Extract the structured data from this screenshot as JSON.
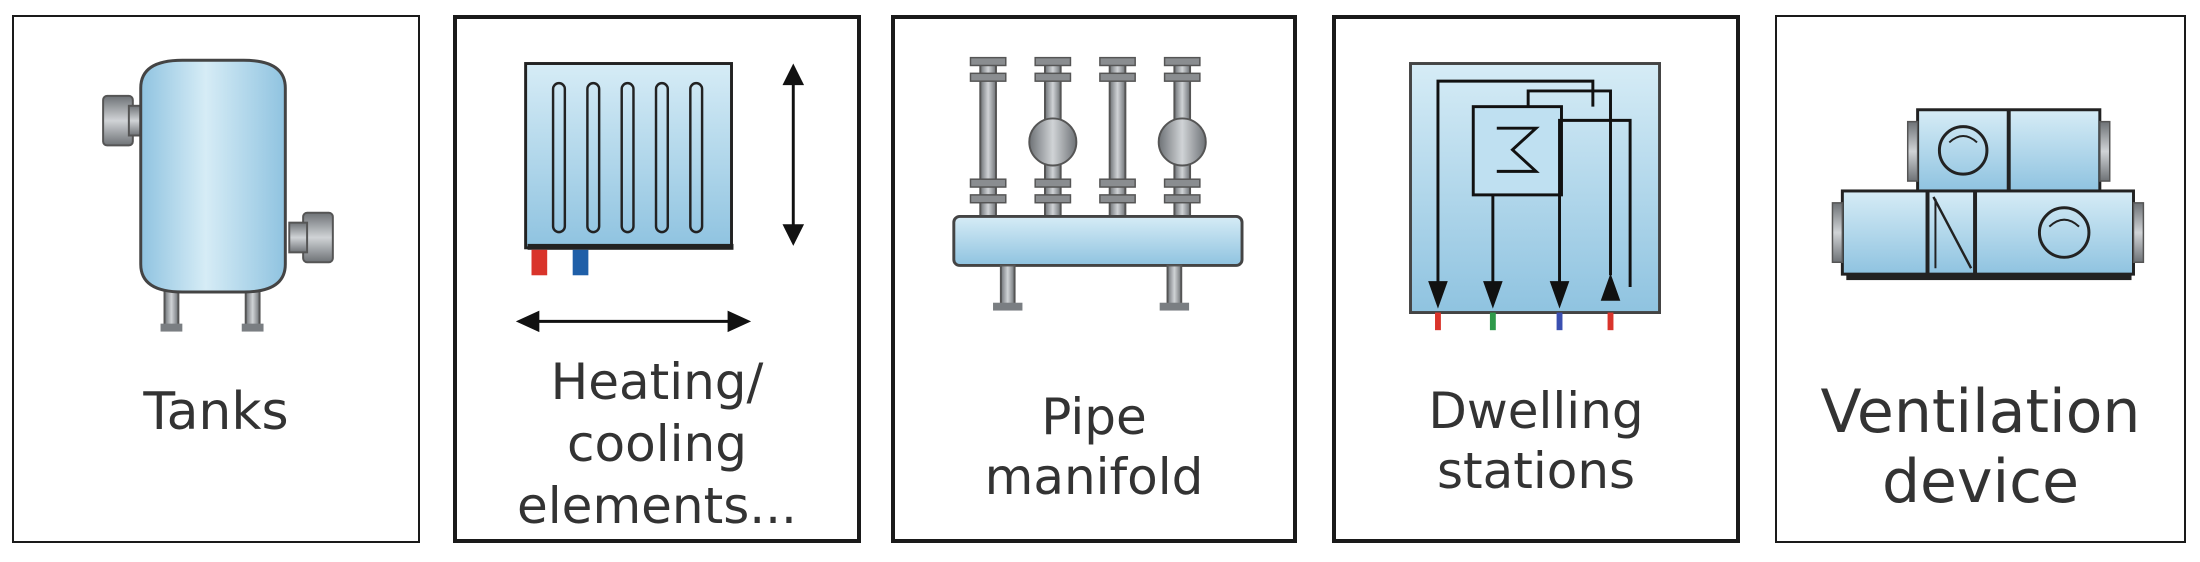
{
  "gallery": {
    "items": [
      {
        "id": "tanks",
        "label": "Tanks",
        "icon": "tank-icon"
      },
      {
        "id": "heating-cooling",
        "label": "Heating/\ncooling\nelements...",
        "icon": "radiator-icon"
      },
      {
        "id": "pipe-manifold",
        "label": "Pipe\nmanifold",
        "icon": "pipe-manifold-icon"
      },
      {
        "id": "dwelling-stations",
        "label": "Dwelling\nstations",
        "icon": "dwelling-station-icon"
      },
      {
        "id": "ventilation-device",
        "label": "Ventilation\ndevice",
        "icon": "ventilation-unit-icon"
      }
    ]
  },
  "colors": {
    "fill_light": "#d6ecf6",
    "fill_dark": "#8fc3e0",
    "outline": "#1a1a1a",
    "metal": "#8a8d90",
    "hot": "#d9342b",
    "cold": "#1f5fa8",
    "green": "#2e9a4a",
    "blue_mark": "#3a4fb0"
  }
}
